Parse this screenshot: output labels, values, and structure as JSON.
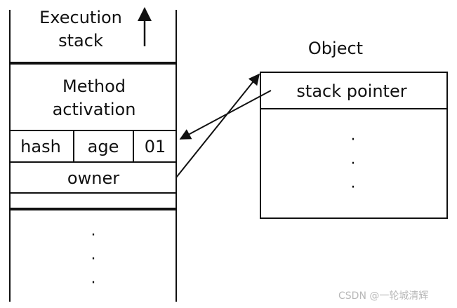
{
  "stack": {
    "execution_title_line1": "Execution",
    "execution_title_line2": "stack",
    "method_line1": "Method",
    "method_line2": "activation",
    "cell_hash": "hash",
    "cell_age": "age",
    "cell_01": "01",
    "owner": "owner",
    "ellipsis": [
      "·",
      "·",
      "·"
    ]
  },
  "object": {
    "title": "Object",
    "stack_pointer": "stack pointer",
    "ellipsis": [
      "·",
      "·",
      "·"
    ]
  },
  "watermark": "CSDN @一轮城清辉"
}
